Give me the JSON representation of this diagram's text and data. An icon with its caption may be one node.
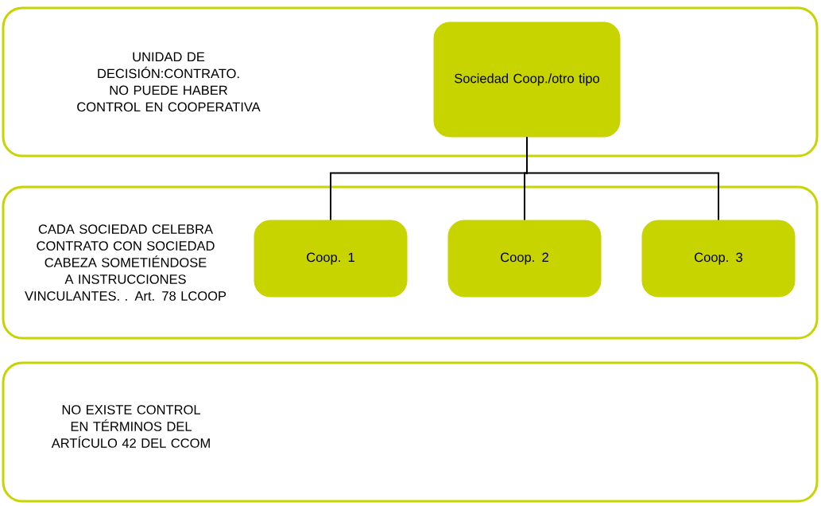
{
  "diagram": {
    "nodes": [
      {
        "text": [
          "UNIDAD DE DECISIÓN:CONTRATO. NO PUEDE HABER CONTROL EN COOPERATIVA"
        ]
      },
      {
        "text": [
          "CADA SOCIEDAD CELEBRA CONTRATO CON SOCIEDAD CABEZA SOMETIÉNDOSE A INSTRUCCIONES VINCULANTES. . Art. 78 LCOOP"
        ]
      },
      {
        "text": [
          "NO EXISTE CONTROL EN TÉRMINOS DEL ARTÍCULO 42 DEL CCOM"
        ]
      },
      {
        "text": [
          "Sociedad Coop./otro tipo"
        ],
        "in": 0
      },
      {
        "text": [
          "Coop. 1"
        ],
        "in": 1
      },
      {
        "text": [
          "Coop. 2"
        ],
        "in": 1
      },
      {
        "text": [
          "Coop. 3"
        ],
        "in": 1
      }
    ],
    "edges": [
      {
        "from": 3,
        "to": 4,
        "arrow": "none"
      },
      {
        "from": 3,
        "to": 5,
        "arrow": "none"
      },
      {
        "from": 3,
        "to": 6,
        "arrow": "none"
      }
    ]
  }
}
